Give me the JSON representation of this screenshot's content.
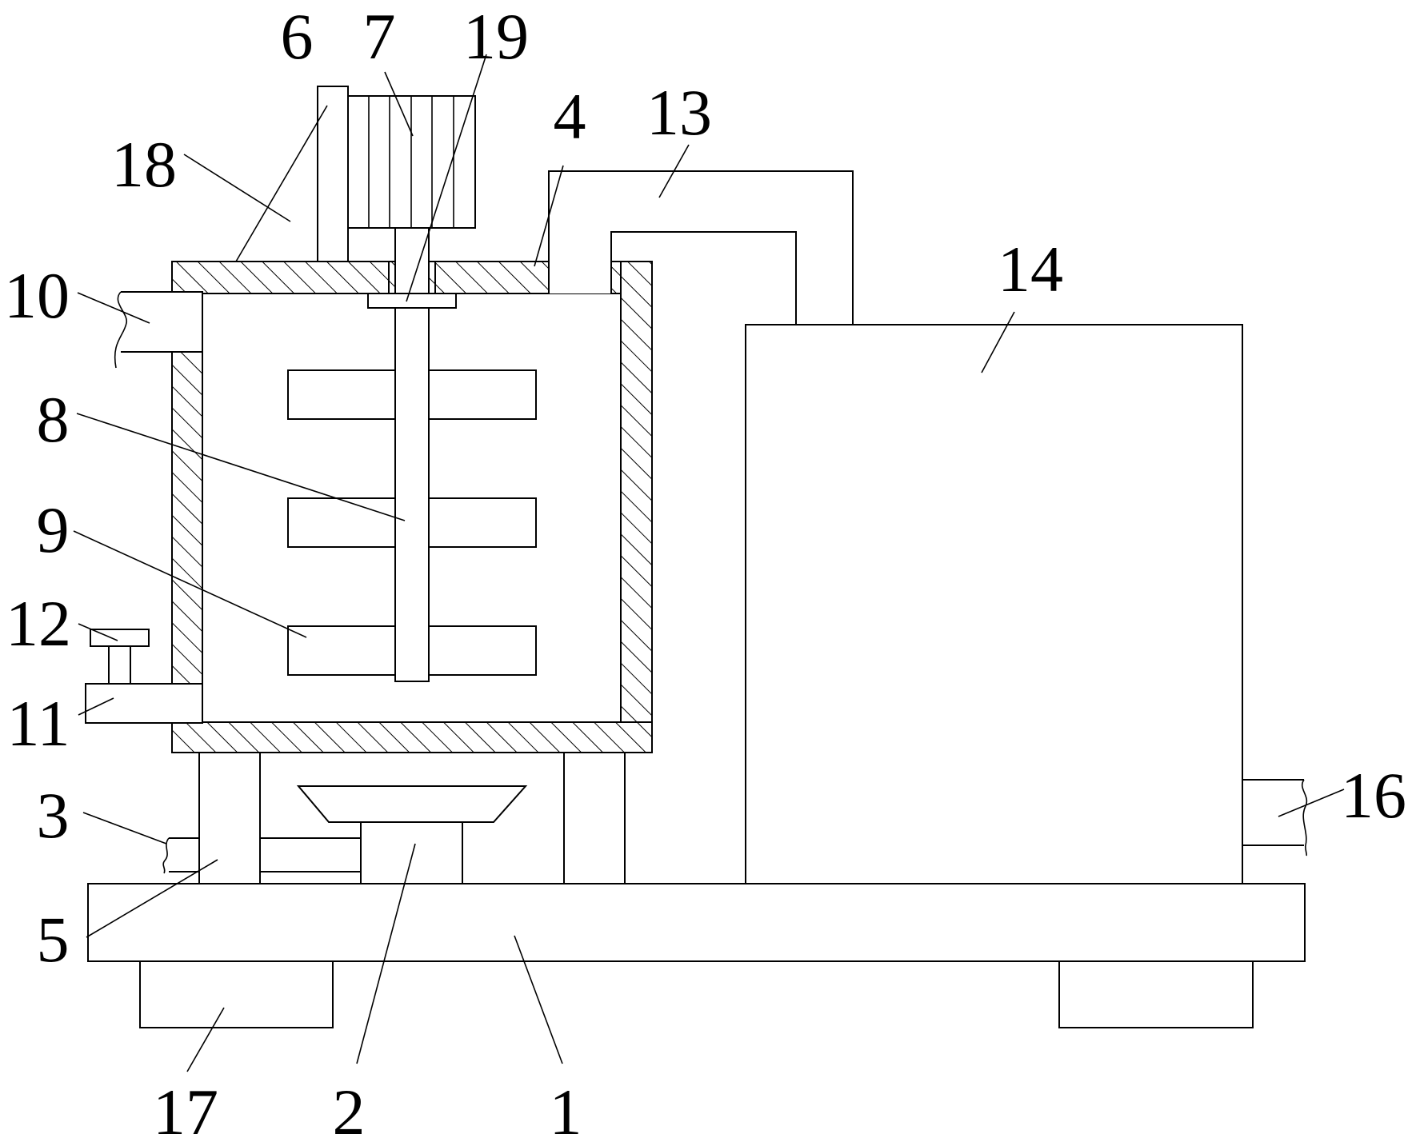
{
  "figure": {
    "labels": [
      {
        "id": "label-1",
        "text": "1"
      },
      {
        "id": "label-2",
        "text": "2"
      },
      {
        "id": "label-3",
        "text": "3"
      },
      {
        "id": "label-4",
        "text": "4"
      },
      {
        "id": "label-5",
        "text": "5"
      },
      {
        "id": "label-6",
        "text": "6"
      },
      {
        "id": "label-7",
        "text": "7"
      },
      {
        "id": "label-8",
        "text": "8"
      },
      {
        "id": "label-9",
        "text": "9"
      },
      {
        "id": "label-10",
        "text": "10"
      },
      {
        "id": "label-11",
        "text": "11"
      },
      {
        "id": "label-12",
        "text": "12"
      },
      {
        "id": "label-13",
        "text": "13"
      },
      {
        "id": "label-14",
        "text": "14"
      },
      {
        "id": "label-16",
        "text": "16"
      },
      {
        "id": "label-17",
        "text": "17"
      },
      {
        "id": "label-18",
        "text": "18"
      },
      {
        "id": "label-19",
        "text": "19"
      }
    ]
  }
}
